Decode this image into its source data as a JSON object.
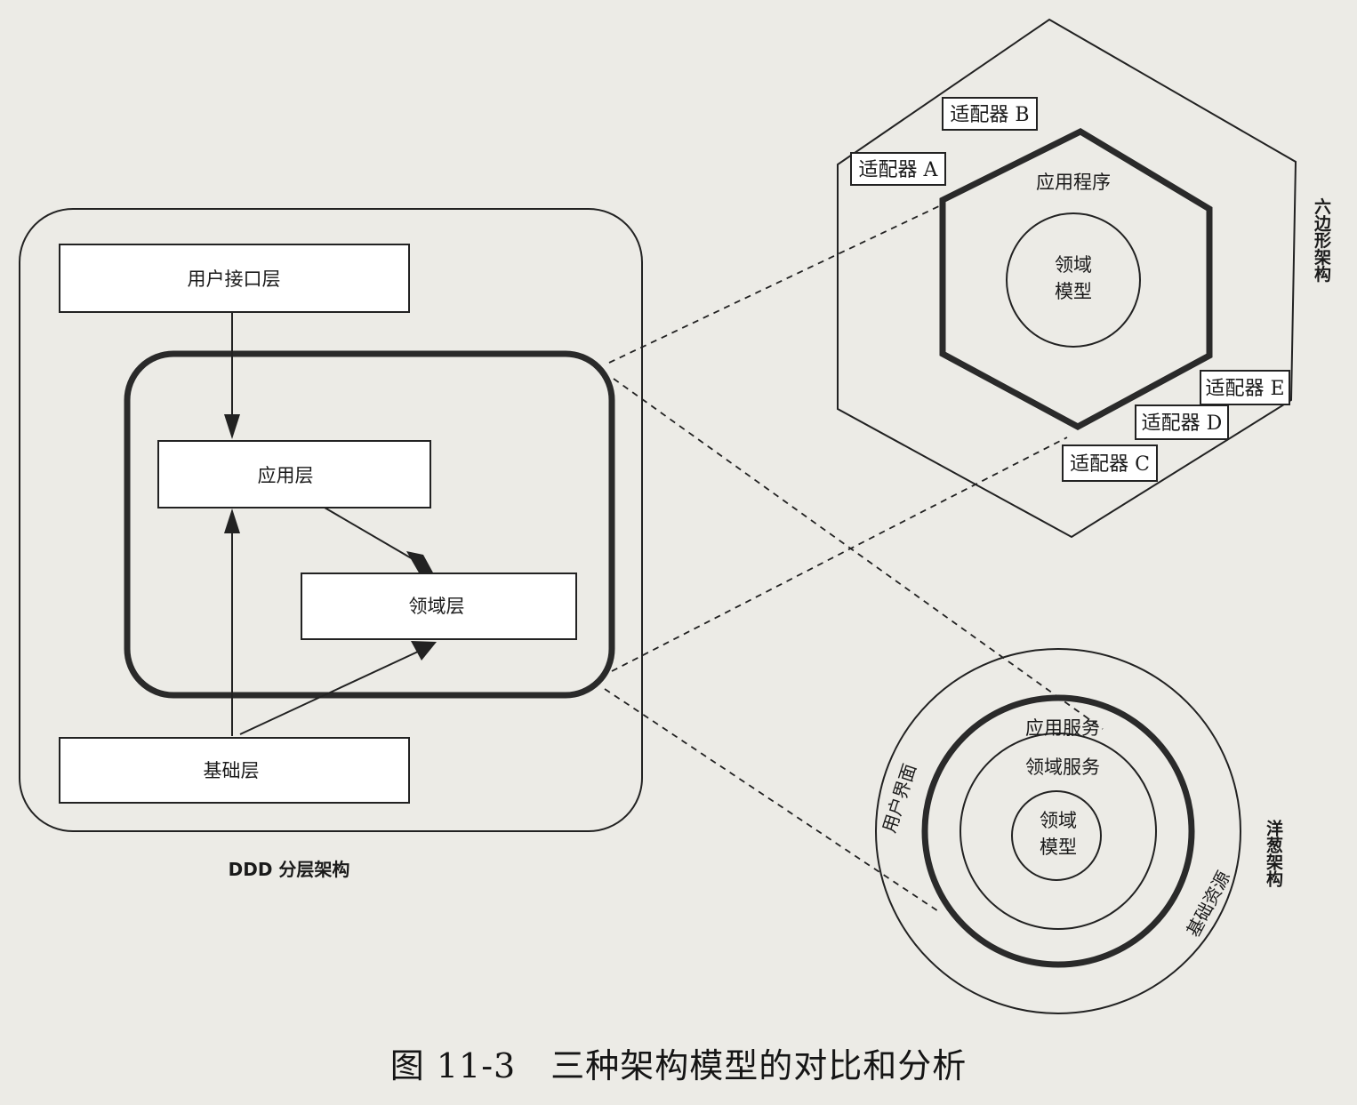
{
  "ddd": {
    "layer_ui": "用户接口层",
    "layer_app": "应用层",
    "layer_domain": "领域层",
    "layer_infra": "基础层",
    "label": "DDD 分层架构"
  },
  "hexagon": {
    "adapter_a": "适配器 A",
    "adapter_b": "适配器 B",
    "adapter_c": "适配器 C",
    "adapter_d": "适配器 D",
    "adapter_e": "适配器 E",
    "application": "应用程序",
    "domain_model_line1": "领域",
    "domain_model_line2": "模型",
    "label": "六边形架构"
  },
  "onion": {
    "app_service": "应用服务",
    "domain_service": "领域服务",
    "domain_model_line1": "领域",
    "domain_model_line2": "模型",
    "user_interface": "用户界面",
    "infrastructure": "基础资源",
    "label": "洋葱架构"
  },
  "caption": "图 11-3　三种架构模型的对比和分析"
}
